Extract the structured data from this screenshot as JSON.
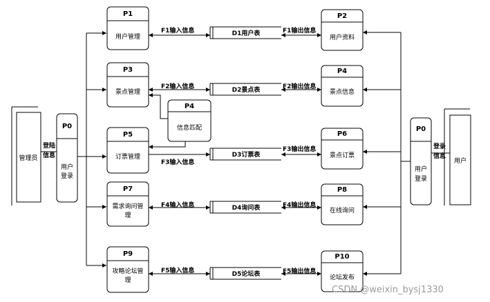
{
  "processes": {
    "p0_left": {
      "id": "P0",
      "lines": [
        "用户",
        "登录"
      ]
    },
    "p0_right": {
      "id": "P0",
      "lines": [
        "用户",
        "登录"
      ]
    },
    "p1": {
      "id": "P1",
      "lines": [
        "用户管理"
      ]
    },
    "p3": {
      "id": "P3",
      "lines": [
        "景点管理"
      ]
    },
    "p5": {
      "id": "P5",
      "lines": [
        "订票管理"
      ]
    },
    "p7": {
      "id": "P7",
      "lines": [
        "需求询问管",
        "理"
      ]
    },
    "p9": {
      "id": "P9",
      "lines": [
        "攻略论坛管",
        "理"
      ]
    },
    "p4_match": {
      "id": "P4",
      "lines": [
        "信息匹配"
      ]
    },
    "p2": {
      "id": "P2",
      "lines": [
        "用户资料"
      ]
    },
    "p4": {
      "id": "P4",
      "lines": [
        "景点信息"
      ]
    },
    "p6": {
      "id": "P6",
      "lines": [
        "景点订票"
      ]
    },
    "p8": {
      "id": "P8",
      "lines": [
        "在线询问"
      ]
    },
    "p10": {
      "id": "P10",
      "lines": [
        "论坛发布"
      ]
    }
  },
  "entities": {
    "admin": "管理员",
    "user": "用户"
  },
  "stores": {
    "d1": "D1用户表",
    "d2": "D2景点表",
    "d3": "D3订票表",
    "d4": "D4询问表",
    "d5": "D5论坛表"
  },
  "flows": {
    "in1": "F1输入信息",
    "in2": "F2输入信息",
    "in3": "F3输入信息",
    "in4": "F4输入信息",
    "in5": "F5输入信息",
    "out1": "F1输出信息",
    "out2": "F2输出信息",
    "out3": "F3输出信息",
    "out4": "F4输出信息",
    "out5": "F5输出信息",
    "login_left": [
      "登陆",
      "信息"
    ],
    "login_right": [
      "登录",
      "信息"
    ]
  },
  "watermark": "CSDN @weixin_bysj1330"
}
